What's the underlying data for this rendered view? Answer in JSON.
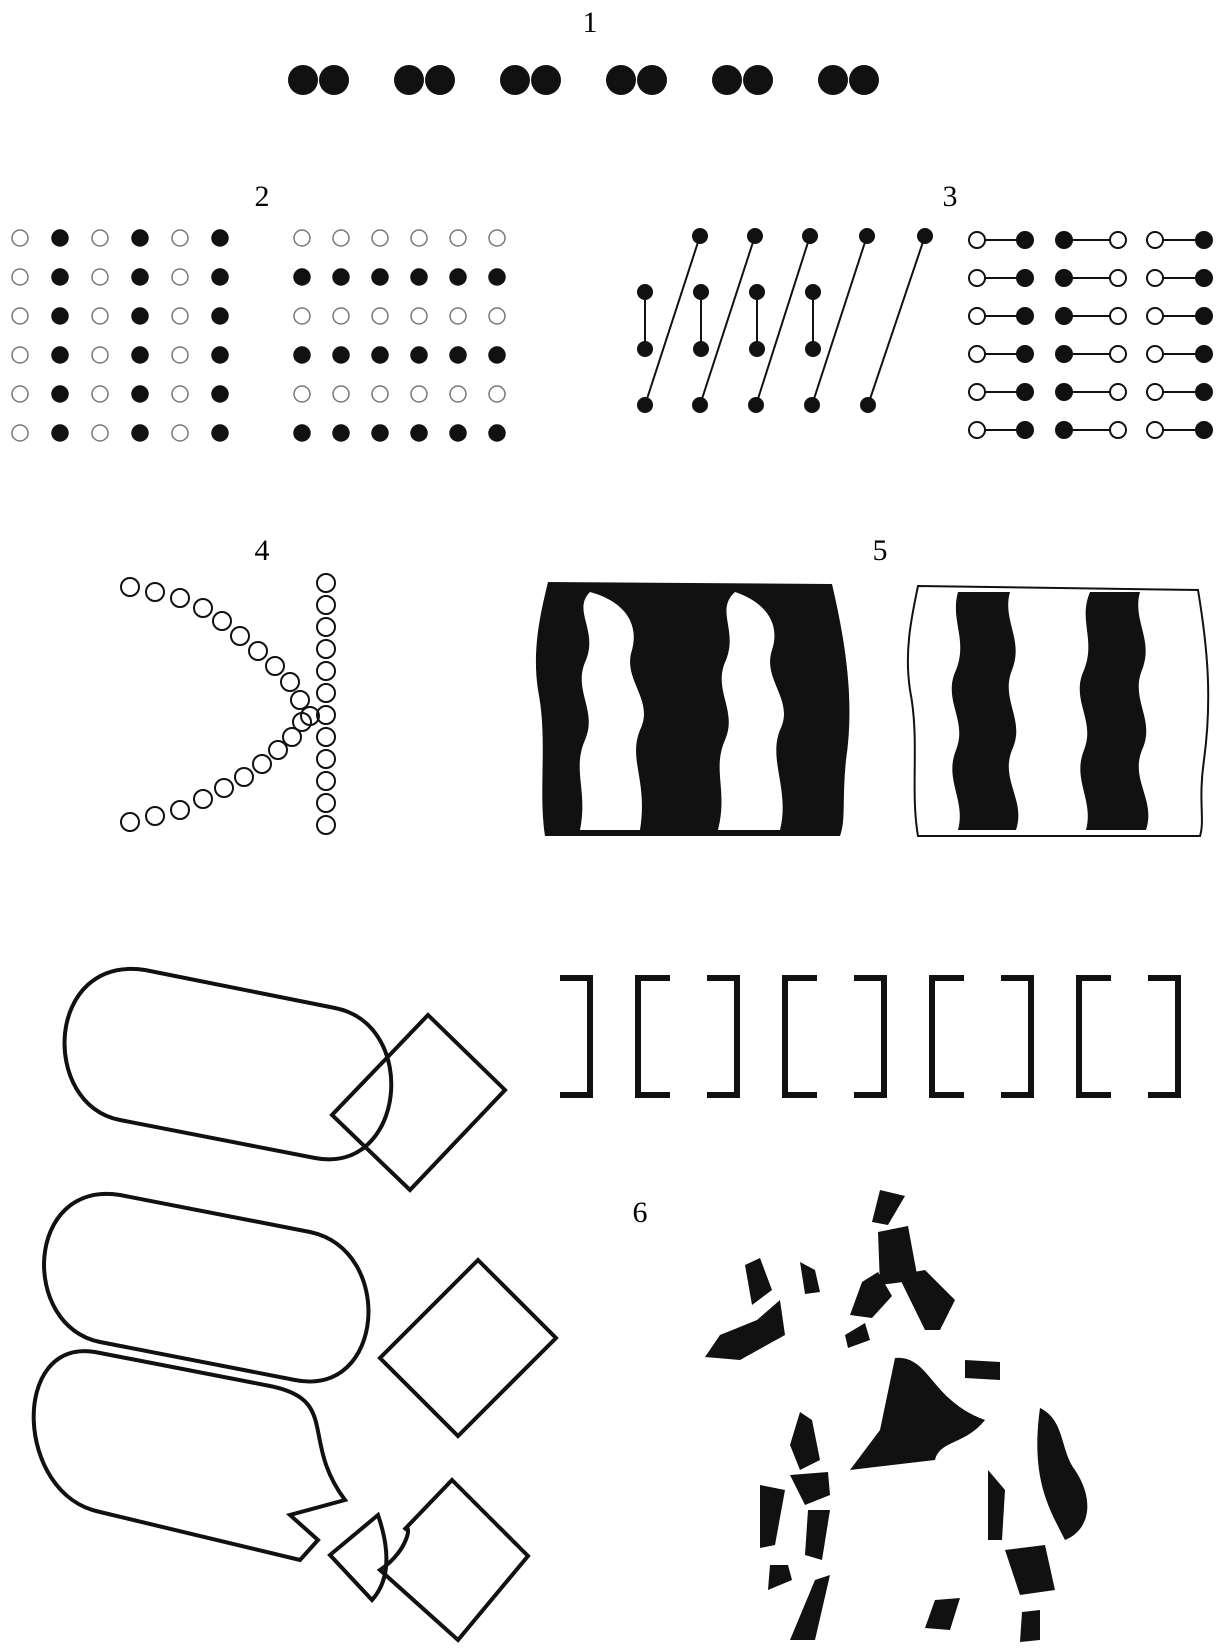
{
  "figure": {
    "labels": [
      "1",
      "2",
      "3",
      "4",
      "5",
      "6"
    ]
  },
  "colors": {
    "ink": "#111111",
    "paper": "#ffffff"
  }
}
